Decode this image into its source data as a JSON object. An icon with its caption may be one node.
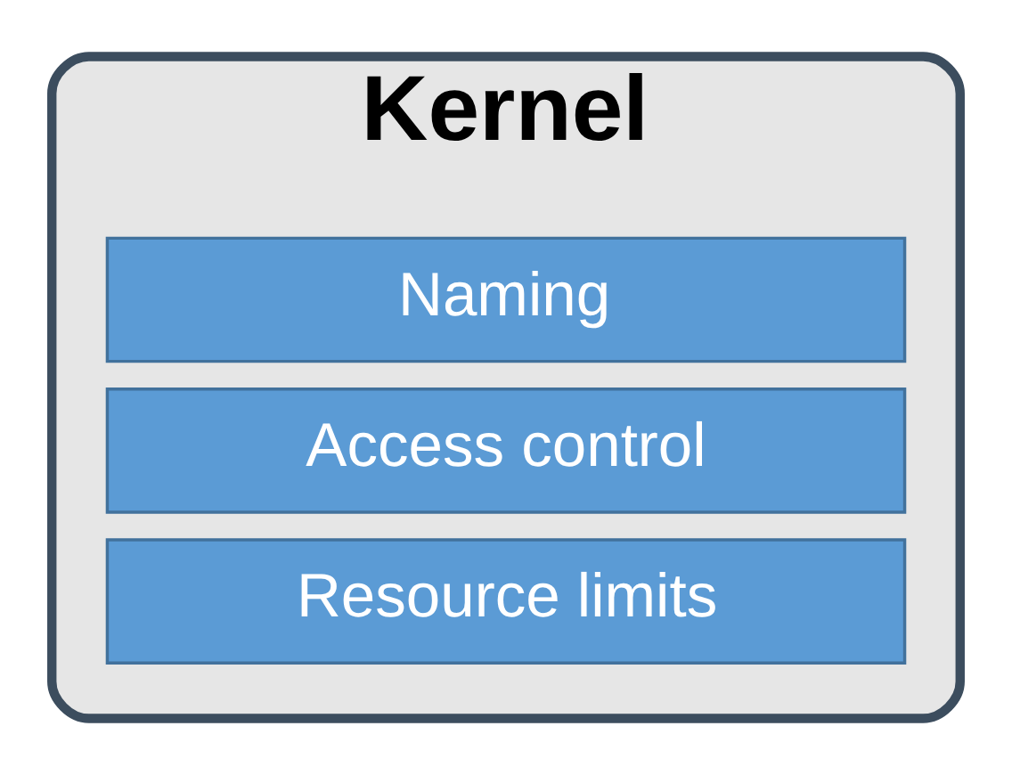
{
  "diagram": {
    "nodes": [
      {
        "text": [
          "Kernel"
        ]
      },
      {
        "text": [
          "Naming"
        ],
        "in": 0
      },
      {
        "text": [
          "Access control"
        ],
        "in": 0
      },
      {
        "text": [
          "Resource limits"
        ],
        "in": 0
      }
    ]
  }
}
